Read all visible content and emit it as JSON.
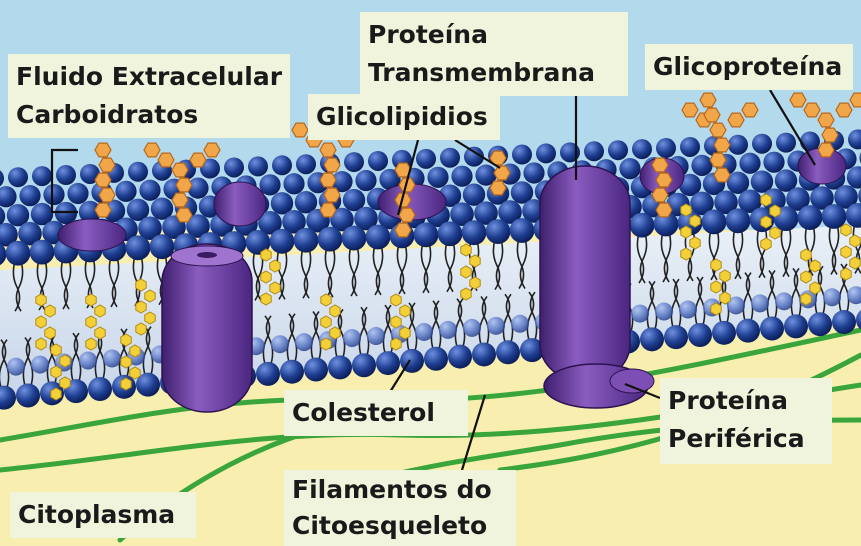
{
  "labels": {
    "fluido_extracelular": "Fluido Extracelular",
    "carboidratos": "Carboidratos",
    "proteina_trans_1": "Proteína",
    "proteina_trans_2": "Transmembrana",
    "glicoproteina": "Glicoproteína",
    "glicolipidios": "Glicolipidios",
    "colesterol": "Colesterol",
    "proteina_perif_1": "Proteína",
    "proteina_perif_2": "Periférica",
    "citoplasma": "Citoplasma",
    "filamentos_1": "Filamentos do",
    "filamentos_2": "Citoesqueleto"
  },
  "colors": {
    "extracellular": "#b3d9ec",
    "cytoplasm": "#f7eeb0",
    "phospholipid_head": "#1f3f92",
    "tail": "#222222",
    "carbohydrate": "#f2a64a",
    "cholesterol": "#f3cf38",
    "protein": "#6a3d98",
    "filament": "#3aa53a"
  }
}
